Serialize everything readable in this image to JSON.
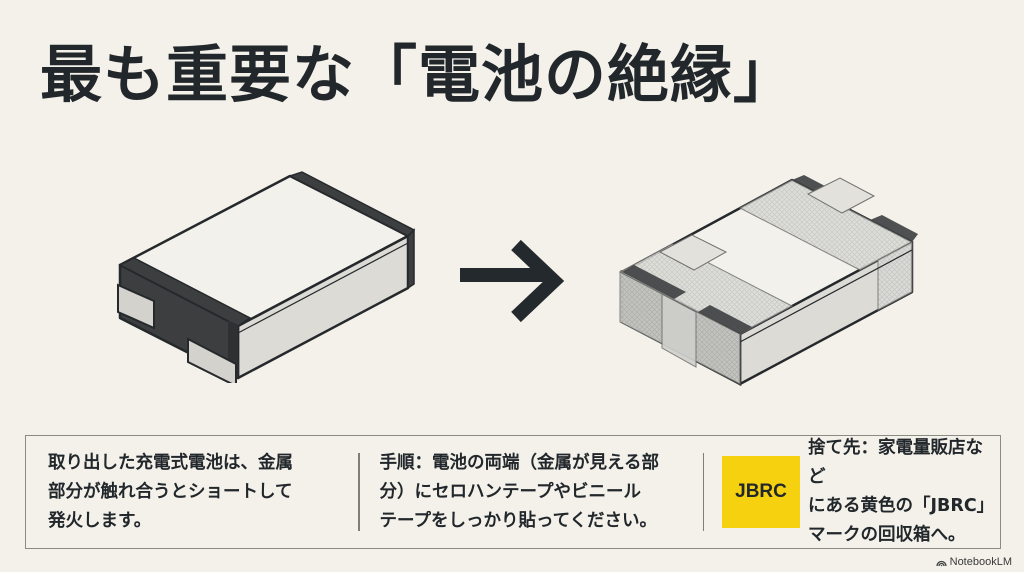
{
  "title": "最も重要な「電池の絶縁」",
  "illustration": {
    "before_label": "uninsulated-battery",
    "arrow_icon": "arrow-right-icon",
    "after_label": "taped-battery"
  },
  "info": {
    "col1_text": "取り出した充電式電池は、金属\n部分が触れ合うとショートして\n発火します。",
    "col2_text": "手順：電池の両端（金属が見える部\n分）にセロハンテープやビニール\nテープをしっかり貼ってください。",
    "col3_badge": "JBRC",
    "col3_text": "捨て先：家電量販店など\nにある黄色の「JBRC」\nマークの回収箱へ。"
  },
  "colors": {
    "background": "#f3f1ea",
    "text": "#22272b",
    "badge_yellow": "#f5d10f"
  },
  "footer": {
    "brand": "NotebookLM"
  }
}
